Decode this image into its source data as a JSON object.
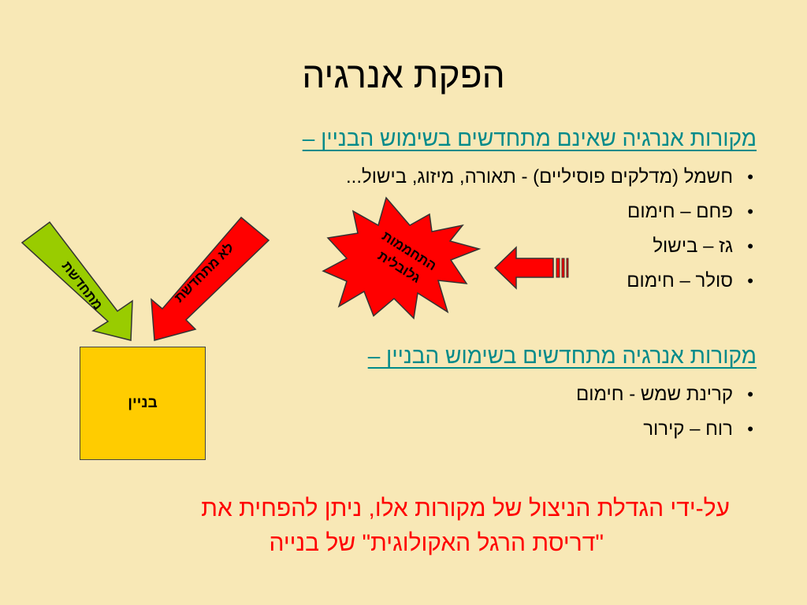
{
  "slide": {
    "title": "הפקת אנרגיה",
    "section1": {
      "heading": "מקורות אנרגיה שאינם מתחדשים בשימוש הבניין –",
      "items": [
        "חשמל (מדלקים פוסיליים) - תאורה, מיזוג, בישול...",
        "פחם – חימום",
        "גז – בישול",
        "סולר – חימום"
      ]
    },
    "section2": {
      "heading": "מקורות אנרגיה מתחדשים בשימוש הבניין –",
      "items": [
        "קרינת שמש - חימום",
        "רוח – קירור"
      ]
    },
    "bullet": "•",
    "diagram": {
      "building_label": "בניין",
      "green_arrow_label": "מתחדשת",
      "red_arrow_label": "לא מתחדשת",
      "starburst_line1": "התחממות",
      "starburst_line2": "גלובלית"
    },
    "conclusion": {
      "line1": "על-ידי הגדלת הניצול של מקורות אלו, ניתן להפחית את",
      "line2": "\"דריסת הרגל האקולוגית\" של בנייה"
    },
    "colors": {
      "background": "#f8e8b6",
      "heading": "#008a8a",
      "green_arrow": "#99cc00",
      "red": "#ff0000",
      "building": "#ffcc00"
    }
  }
}
